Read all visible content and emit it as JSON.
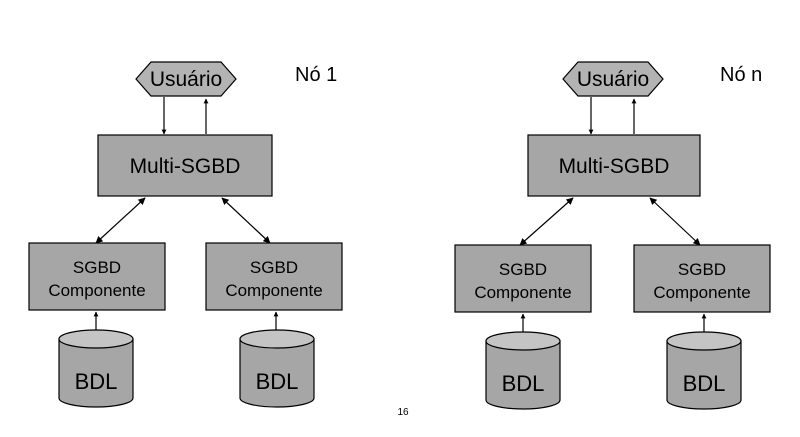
{
  "nodes": [
    {
      "label": "Nó 1",
      "user": "Usuário",
      "multi": "Multi-SGBD",
      "components": [
        {
          "line1": "SGBD",
          "line2": "Componente",
          "db": "BDL"
        },
        {
          "line1": "SGBD",
          "line2": "Componente",
          "db": "BDL"
        }
      ]
    },
    {
      "label": "Nó n",
      "user": "Usuário",
      "multi": "Multi-SGBD",
      "components": [
        {
          "line1": "SGBD",
          "line2": "Componente",
          "db": "BDL"
        },
        {
          "line1": "SGBD",
          "line2": "Componente",
          "db": "BDL"
        }
      ]
    }
  ],
  "page_number": "16"
}
